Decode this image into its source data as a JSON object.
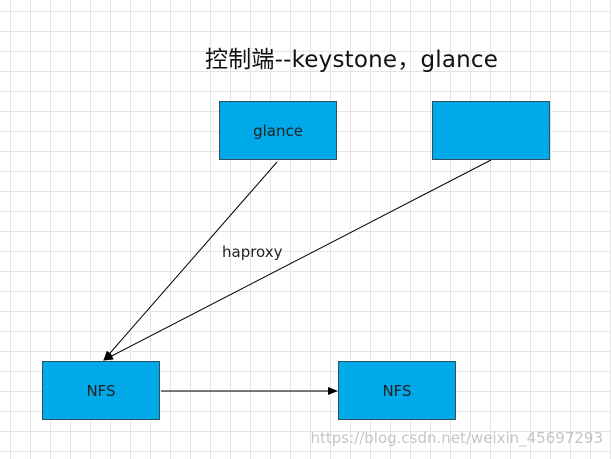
{
  "title": "控制端--keystone，glance",
  "nodes": {
    "glance": "glance",
    "unlabeled": "",
    "nfs_left": "NFS",
    "nfs_right": "NFS"
  },
  "edge_label": "haproxy",
  "watermark": "https://blog.csdn.net/weixin_45697293",
  "colors": {
    "node_fill": "#00a9e8",
    "node_border": "#2f4f5f",
    "grid": "#e4e4e4"
  }
}
